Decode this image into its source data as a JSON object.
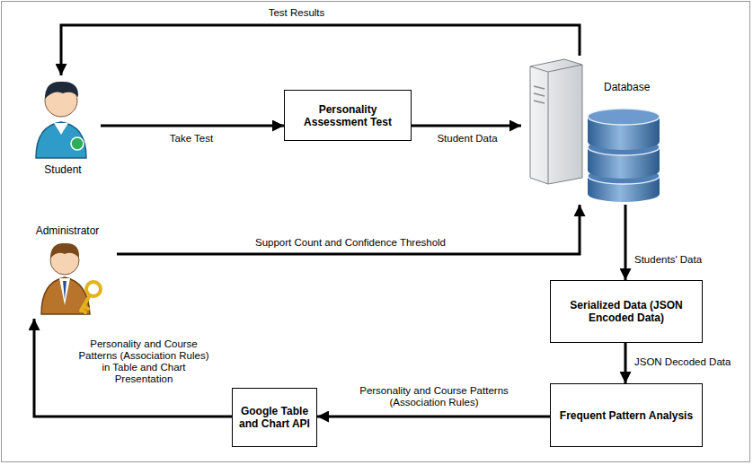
{
  "diagram": {
    "nodes": [
      {
        "text": [
          "Student"
        ]
      },
      {
        "text": [
          "Personality Assessment Test"
        ]
      },
      {
        "text": [
          "Database"
        ]
      },
      {
        "text": [
          "Administrator"
        ]
      },
      {
        "text": [
          "Serialized Data (JSON Encoded Data)"
        ]
      },
      {
        "text": [
          "Frequent Pattern Analysis"
        ]
      },
      {
        "text": [
          "Google Table and Chart API"
        ]
      }
    ],
    "edges": [
      {
        "from": 2,
        "to": 0,
        "label": "Test Results",
        "arrow": "to"
      },
      {
        "from": 0,
        "to": 1,
        "label": "Take Test",
        "arrow": "to"
      },
      {
        "from": 1,
        "to": 2,
        "label": "Student Data",
        "arrow": "to"
      },
      {
        "from": 3,
        "to": 2,
        "label": "Support Count and Confidence Threshold",
        "arrow": "to"
      },
      {
        "from": 2,
        "to": 4,
        "label": "Students' Data",
        "arrow": "to"
      },
      {
        "from": 4,
        "to": 5,
        "label": "JSON Decoded Data",
        "arrow": "to"
      },
      {
        "from": 5,
        "to": 6,
        "label": "Personality and Course Patterns (Association Rules)",
        "arrow": "to"
      },
      {
        "from": 6,
        "to": 3,
        "label": "Personality and Course Patterns (Association Rules) in Table and Chart Presentation",
        "arrow": "to"
      }
    ]
  }
}
